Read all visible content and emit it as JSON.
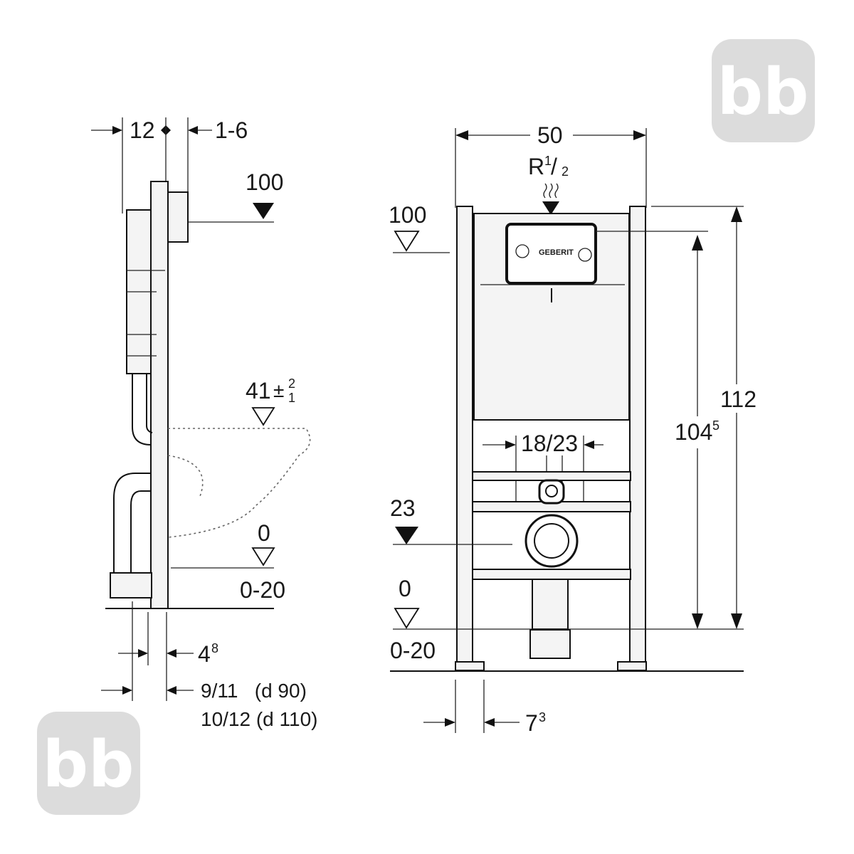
{
  "side_view": {
    "dim_depth_left": "12",
    "dim_depth_right": "1-6",
    "height_100": "100",
    "seat_height_base": "41",
    "seat_tol_plus": "2",
    "seat_tol_minus": "1",
    "floor_zero": "0",
    "floor_range": "0-20",
    "dim_4_base": "4",
    "dim_4_sup": "8",
    "dim_outlet_d90": "9/11   (d 90)",
    "dim_outlet_d110": "10/12 (d 110)"
  },
  "front_view": {
    "width": "50",
    "supply_base": "R",
    "supply_sup": "1",
    "supply_sub": "2",
    "actuator_height": "100",
    "brand_label": "GEBERIT",
    "fixing_spacing": "18/23",
    "drain_height": "23",
    "floor_zero": "0",
    "floor_range": "0-20",
    "height_112": "112",
    "height_104_base": "104",
    "height_104_sup": "5",
    "foot_base": "7",
    "foot_sup": "3"
  },
  "watermark": {
    "text": "bb",
    "color": "#dcdcdc"
  }
}
